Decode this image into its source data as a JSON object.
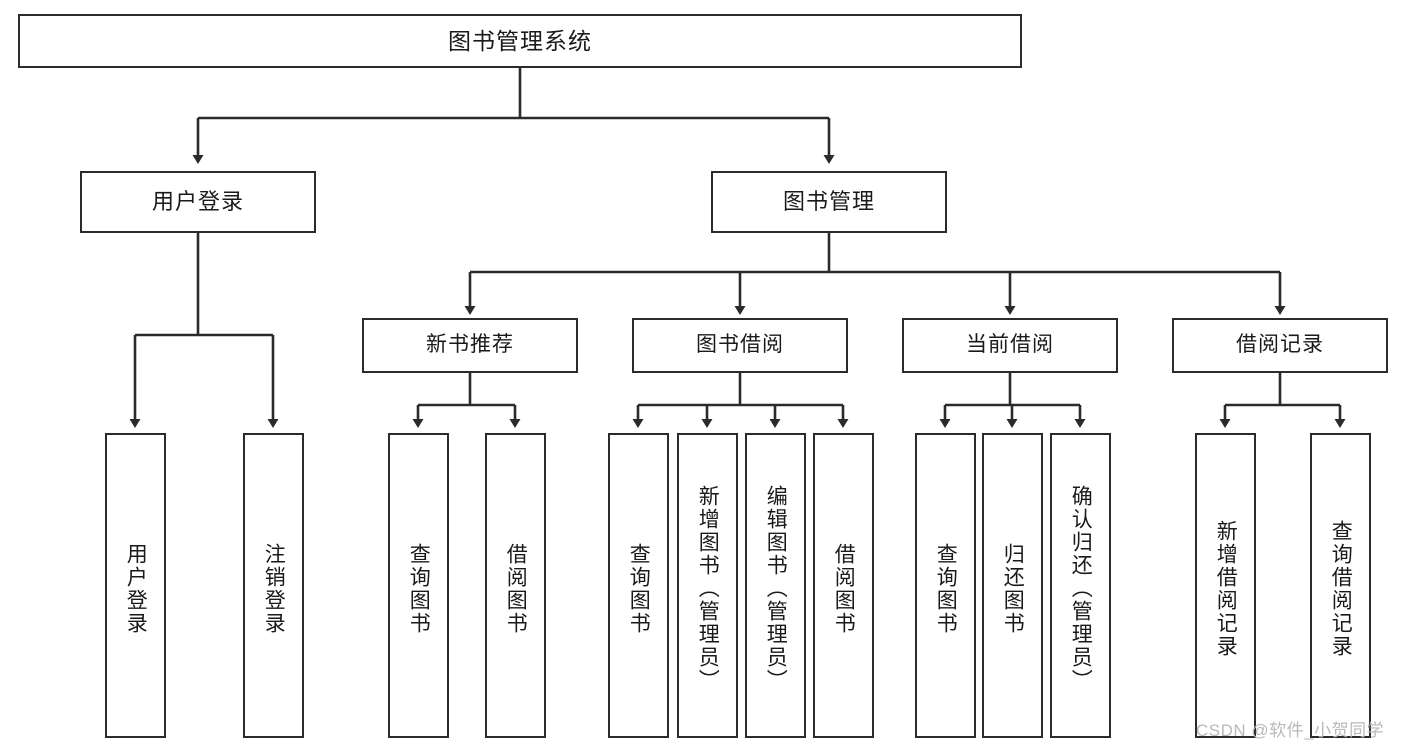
{
  "diagram": {
    "type": "tree-hierarchy-flowchart",
    "title": "图书管理系统",
    "nodes": {
      "root": {
        "label": "图书管理系统",
        "level": 1
      },
      "level2": [
        {
          "id": "user-login",
          "label": "用户登录"
        },
        {
          "id": "book-management",
          "label": "图书管理"
        }
      ],
      "level3": [
        {
          "id": "new-book-recommend",
          "label": "新书推荐",
          "parent": "book-management"
        },
        {
          "id": "book-borrow",
          "label": "图书借阅",
          "parent": "book-management"
        },
        {
          "id": "current-borrow",
          "label": "当前借阅",
          "parent": "book-management"
        },
        {
          "id": "borrow-record",
          "label": "借阅记录",
          "parent": "book-management"
        }
      ],
      "leaves": [
        {
          "id": "leaf-user-login",
          "label": "用户登录",
          "parent": "user-login"
        },
        {
          "id": "leaf-user-logout",
          "label": "注销登录",
          "parent": "user-login"
        },
        {
          "id": "leaf-query-book-1",
          "label": "查询图书",
          "parent": "new-book-recommend"
        },
        {
          "id": "leaf-borrow-book-1",
          "label": "借阅图书",
          "parent": "new-book-recommend"
        },
        {
          "id": "leaf-query-book-2",
          "label": "查询图书",
          "parent": "book-borrow"
        },
        {
          "id": "leaf-add-book",
          "label": "新增图书（管理员）",
          "parent": "book-borrow"
        },
        {
          "id": "leaf-edit-book",
          "label": "编辑图书（管理员）",
          "parent": "book-borrow"
        },
        {
          "id": "leaf-borrow-book-2",
          "label": "借阅图书",
          "parent": "book-borrow"
        },
        {
          "id": "leaf-query-book-3",
          "label": "查询图书",
          "parent": "current-borrow"
        },
        {
          "id": "leaf-return-book",
          "label": "归还图书",
          "parent": "current-borrow"
        },
        {
          "id": "leaf-confirm-return",
          "label": "确认归还（管理员）",
          "parent": "current-borrow"
        },
        {
          "id": "leaf-add-record",
          "label": "新增借阅记录",
          "parent": "borrow-record"
        },
        {
          "id": "leaf-query-record",
          "label": "查询借阅记录",
          "parent": "borrow-record"
        }
      ]
    },
    "colors": {
      "stroke": "#2b2b2b",
      "fill": "#ffffff",
      "text": "#1a1a1a",
      "watermark": "#b9b9b9"
    }
  },
  "watermark": {
    "text": "CSDN @软件_小贺同学"
  }
}
